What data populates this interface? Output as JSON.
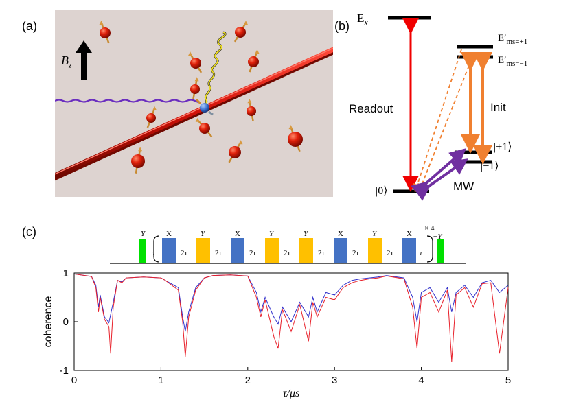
{
  "panels": {
    "a": "(a)",
    "b": "(b)",
    "c": "(c)"
  },
  "panel_a": {
    "field_label": "B",
    "field_sub": "z"
  },
  "panel_b": {
    "ex_main": "E",
    "ex_sub": "x",
    "eplus_main": "E′",
    "eplus_sub": "ms=+1",
    "eminus_main": "E′",
    "eminus_sub": "ms=−1",
    "readout": "Readout",
    "init": "Init",
    "ket_plus1": "|+1⟩",
    "ket_minus1": "|−1⟩",
    "ket_zero": "|0⟩",
    "mw": "MW"
  },
  "pulse_sequence": {
    "repeat_label": "× 4",
    "first_pulse": "Y",
    "last_pulse": "−Y",
    "first_tau": "τ",
    "last_tau": "τ",
    "pulses": [
      "X",
      "Y",
      "X",
      "Y",
      "Y",
      "X",
      "Y",
      "X"
    ],
    "gaps": [
      "2τ",
      "2τ",
      "2τ",
      "2τ",
      "2τ",
      "2τ",
      "2τ"
    ],
    "colors": {
      "X": "#4472c4",
      "Y": "#ffc000",
      "end": "#00e000"
    }
  },
  "chart_data": {
    "type": "line",
    "title": "",
    "xlabel": "τ/μs",
    "ylabel": "coherence",
    "xlim": [
      0,
      5
    ],
    "ylim": [
      -1,
      1
    ],
    "xticks": [
      0,
      1,
      2,
      3,
      4,
      5
    ],
    "yticks": [
      -1,
      0,
      1
    ],
    "series": [
      {
        "color": "#3333cc",
        "x": [
          0,
          0.2,
          0.25,
          0.28,
          0.3,
          0.35,
          0.4,
          0.45,
          0.5,
          0.55,
          0.6,
          0.8,
          1.0,
          1.05,
          1.2,
          1.25,
          1.28,
          1.32,
          1.4,
          1.5,
          1.6,
          1.8,
          2.0,
          2.1,
          2.15,
          2.2,
          2.3,
          2.35,
          2.4,
          2.5,
          2.6,
          2.7,
          2.75,
          2.8,
          2.9,
          3.0,
          3.1,
          3.2,
          3.3,
          3.4,
          3.5,
          3.6,
          3.8,
          3.9,
          3.95,
          4.0,
          4.1,
          4.2,
          4.3,
          4.35,
          4.4,
          4.5,
          4.6,
          4.7,
          4.8,
          4.9,
          5.0
        ],
        "y": [
          0.98,
          0.93,
          0.75,
          0.3,
          0.55,
          0.1,
          -0.02,
          0.4,
          0.85,
          0.82,
          0.9,
          0.92,
          0.9,
          0.85,
          0.7,
          0.1,
          -0.2,
          0.2,
          0.7,
          0.9,
          0.95,
          0.96,
          0.94,
          0.6,
          0.2,
          0.5,
          0.1,
          -0.05,
          0.3,
          0.0,
          0.4,
          0.1,
          0.5,
          0.2,
          0.6,
          0.55,
          0.75,
          0.85,
          0.88,
          0.9,
          0.92,
          0.95,
          0.9,
          0.5,
          0.0,
          0.6,
          0.7,
          0.4,
          0.7,
          0.2,
          0.6,
          0.75,
          0.5,
          0.8,
          0.85,
          0.6,
          0.75
        ]
      },
      {
        "color": "#e8202a",
        "x": [
          0,
          0.2,
          0.25,
          0.28,
          0.3,
          0.35,
          0.4,
          0.42,
          0.45,
          0.5,
          0.55,
          0.6,
          0.8,
          1.0,
          1.05,
          1.2,
          1.25,
          1.28,
          1.32,
          1.4,
          1.5,
          1.6,
          1.8,
          2.0,
          2.1,
          2.15,
          2.2,
          2.3,
          2.35,
          2.4,
          2.5,
          2.6,
          2.7,
          2.75,
          2.8,
          2.9,
          3.0,
          3.1,
          3.2,
          3.3,
          3.4,
          3.5,
          3.6,
          3.8,
          3.9,
          3.95,
          4.0,
          4.1,
          4.2,
          4.3,
          4.35,
          4.4,
          4.5,
          4.6,
          4.7,
          4.8,
          4.9,
          5.0
        ],
        "y": [
          0.98,
          0.93,
          0.7,
          0.2,
          0.5,
          0.05,
          -0.1,
          -0.65,
          0.3,
          0.85,
          0.8,
          0.9,
          0.92,
          0.9,
          0.85,
          0.65,
          0.0,
          -0.72,
          0.1,
          0.65,
          0.9,
          0.95,
          0.96,
          0.94,
          0.5,
          0.1,
          0.45,
          -0.3,
          -0.55,
          0.25,
          -0.2,
          0.35,
          -0.4,
          0.4,
          0.1,
          0.5,
          0.45,
          0.7,
          0.8,
          0.85,
          0.88,
          0.9,
          0.94,
          0.88,
          0.3,
          -0.55,
          0.5,
          0.6,
          0.2,
          0.65,
          -0.82,
          0.55,
          0.7,
          0.3,
          0.78,
          0.8,
          -0.65,
          0.7
        ]
      }
    ]
  }
}
